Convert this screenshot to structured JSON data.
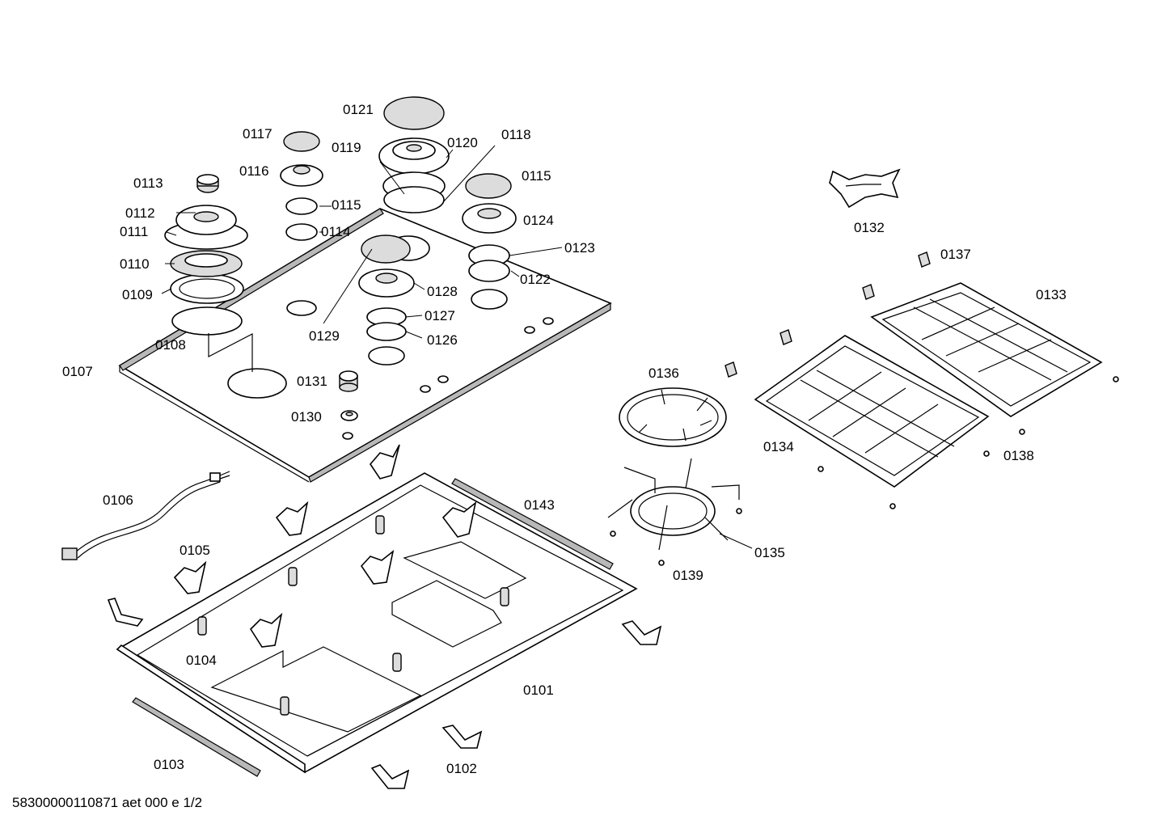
{
  "diagram": {
    "labels": {
      "p0101": "0101",
      "p0102": "0102",
      "p0103": "0103",
      "p0104": "0104",
      "p0105": "0105",
      "p0106": "0106",
      "p0107": "0107",
      "p0108": "0108",
      "p0109": "0109",
      "p0110": "0110",
      "p0111": "0111",
      "p0112": "0112",
      "p0113": "0113",
      "p0114": "0114",
      "p0115a": "0115",
      "p0115b": "0115",
      "p0116": "0116",
      "p0117": "0117",
      "p0118": "0118",
      "p0119": "0119",
      "p0120": "0120",
      "p0121": "0121",
      "p0122": "0122",
      "p0123": "0123",
      "p0124": "0124",
      "p0126": "0126",
      "p0127": "0127",
      "p0128": "0128",
      "p0129": "0129",
      "p0130": "0130",
      "p0131": "0131",
      "p0132": "0132",
      "p0133": "0133",
      "p0134": "0134",
      "p0135": "0135",
      "p0136": "0136",
      "p0137": "0137",
      "p0138": "0138",
      "p0139": "0139",
      "p0143": "0143"
    },
    "footer": "58300000110871 aet 000 e 1/2"
  }
}
